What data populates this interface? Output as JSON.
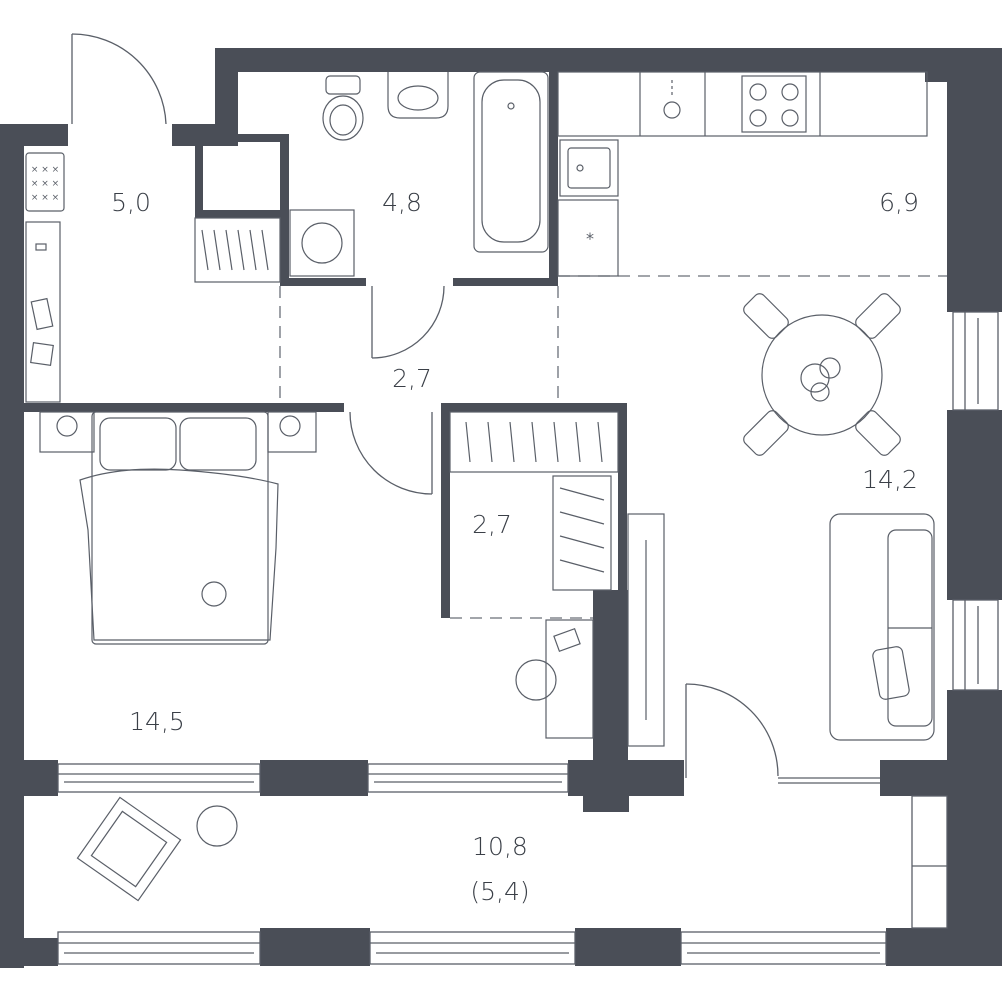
{
  "colors": {
    "wall": "#4a4e57",
    "line": "#5a5f68",
    "background": "#ffffff"
  },
  "rooms": {
    "hall": {
      "area": "5,0"
    },
    "bathroom": {
      "area": "4,8"
    },
    "kitchen": {
      "area": "6,9"
    },
    "corridor": {
      "area": "2,7"
    },
    "living": {
      "area": "14,2"
    },
    "wardrobe": {
      "area": "2,7"
    },
    "bedroom": {
      "area": "14,5"
    },
    "balcony": {
      "area": "10,8",
      "reduced_area": "(5,4)"
    }
  },
  "icons": [
    "door-swing-icon",
    "toilet-icon",
    "sink-icon",
    "bathtub-icon",
    "washing-machine-icon",
    "stove-icon",
    "kitchen-sink-icon",
    "dining-table-icon",
    "chair-icon",
    "sofa-icon",
    "bed-icon",
    "nightstand-icon",
    "wardrobe-icon",
    "desk-icon",
    "laundry-basket-icon",
    "plant-icon",
    "window-icon"
  ]
}
